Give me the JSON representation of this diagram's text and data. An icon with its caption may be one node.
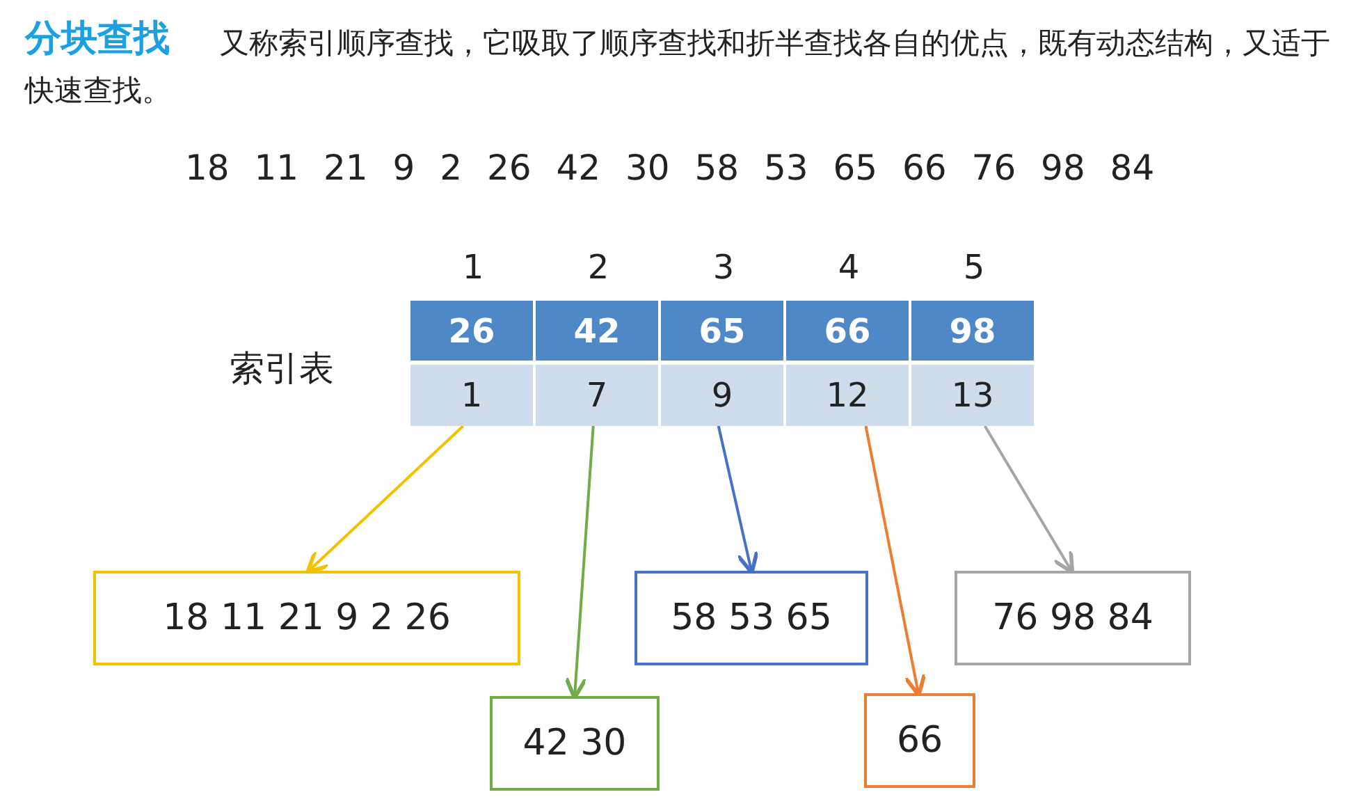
{
  "diagram": {
    "title": "分块查找",
    "nodes": [
      {
        "text": [
          "26"
        ]
      },
      {
        "text": [
          "42"
        ]
      },
      {
        "text": [
          "65"
        ]
      },
      {
        "text": [
          "66"
        ]
      },
      {
        "text": [
          "98"
        ]
      },
      {
        "text": [
          "1"
        ]
      },
      {
        "text": [
          "7"
        ]
      },
      {
        "text": [
          "9"
        ]
      },
      {
        "text": [
          "12"
        ]
      },
      {
        "text": [
          "13"
        ]
      },
      {
        "text": [
          "18 11 21 9 2 26"
        ]
      },
      {
        "text": [
          "42 30"
        ]
      },
      {
        "text": [
          "58 53 65"
        ]
      },
      {
        "text": [
          "66"
        ]
      },
      {
        "text": [
          "76 98 84"
        ]
      }
    ],
    "edges": [
      {
        "from": 5,
        "to": 10,
        "arrow": "to",
        "color": "#f2c200"
      },
      {
        "from": 6,
        "to": 11,
        "arrow": "to",
        "color": "#70ad47"
      },
      {
        "from": 7,
        "to": 12,
        "arrow": "to",
        "color": "#4472c4"
      },
      {
        "from": 8,
        "to": 13,
        "arrow": "to",
        "color": "#ed7d31"
      },
      {
        "from": 9,
        "to": 14,
        "arrow": "to",
        "color": "#a5a5a5"
      }
    ],
    "labels": [
      "又称索引顺序查找，它吸取了顺序查找和折半查找各自的优点，既有动态结构，又适于快速查找。",
      "18 11 21 9 2 26 42 30 58 53 65 66 76 98 84",
      "1",
      "2",
      "3",
      "4",
      "5",
      "索引表"
    ]
  }
}
